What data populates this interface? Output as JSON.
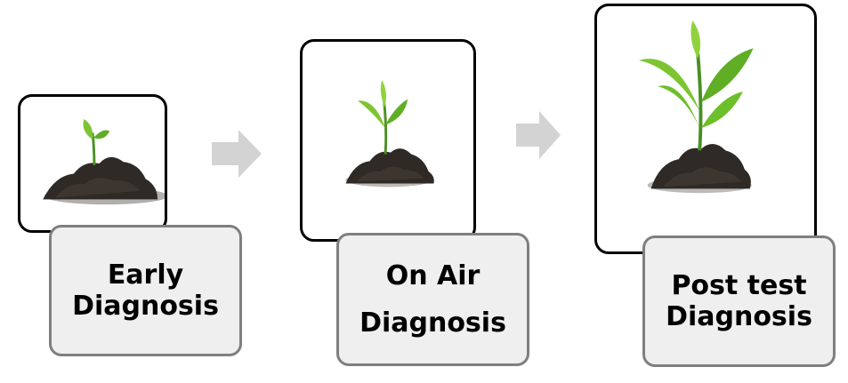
{
  "colors": {
    "frame_border": "#000000",
    "label_fill": "#efefef",
    "label_border": "#7f7f7f",
    "arrow": "#d3d3d3",
    "leaf": "#6cbf2a",
    "soil": "#2f2a25"
  },
  "stages": [
    {
      "line1": "Early",
      "line2": "Diagnosis",
      "image_icon": "seedling-small-icon"
    },
    {
      "line1": "On Air",
      "line2": "Diagnosis",
      "image_icon": "seedling-medium-icon"
    },
    {
      "line1": "Post test",
      "line2": "Diagnosis",
      "image_icon": "plant-large-icon"
    }
  ],
  "connector_icon": "arrow-right-icon"
}
